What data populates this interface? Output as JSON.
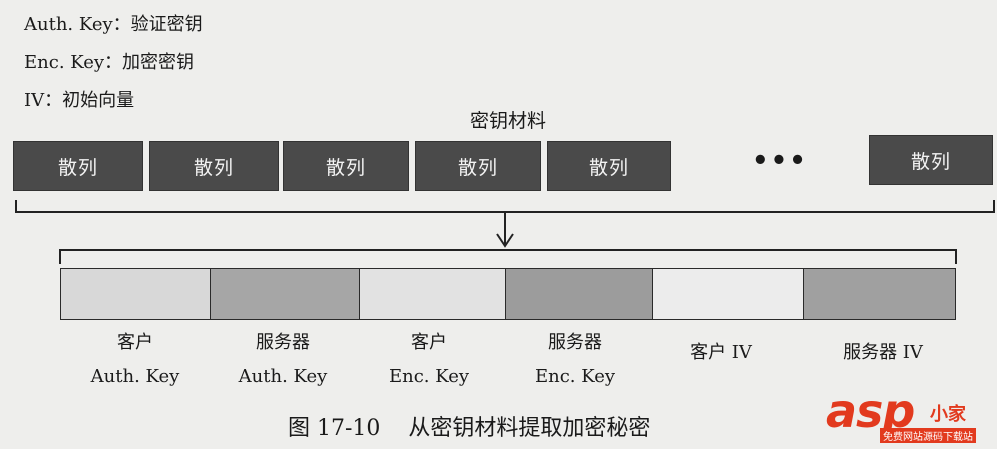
{
  "legend": [
    "Auth. Key：验证密钥",
    "Enc. Key：加密密钥",
    "IV：初始向量"
  ],
  "key_material": {
    "title": "密钥材料",
    "hash_label": "散列",
    "ellipsis": "•••"
  },
  "segments": [
    {
      "line1": "客户",
      "line2": "Auth. Key",
      "color": "#d8d8d8"
    },
    {
      "line1": "服务器",
      "line2": "Auth. Key",
      "color": "#a6a6a6"
    },
    {
      "line1": "客户",
      "line2": "Enc. Key",
      "color": "#e2e2e2"
    },
    {
      "line1": "服务器",
      "line2": "Enc. Key",
      "color": "#9c9c9c"
    },
    {
      "line1": "客户 IV",
      "line2": "",
      "color": "#ececec"
    },
    {
      "line1": "服务器 IV",
      "line2": "",
      "color": "#a0a0a0"
    }
  ],
  "caption": {
    "figure_no": "图 17-10",
    "text": "从密钥材料提取加密秘密"
  },
  "watermark": {
    "brand": "asp",
    "brand_suffix": "小家",
    "subtitle": "免费网站源码下载站"
  }
}
